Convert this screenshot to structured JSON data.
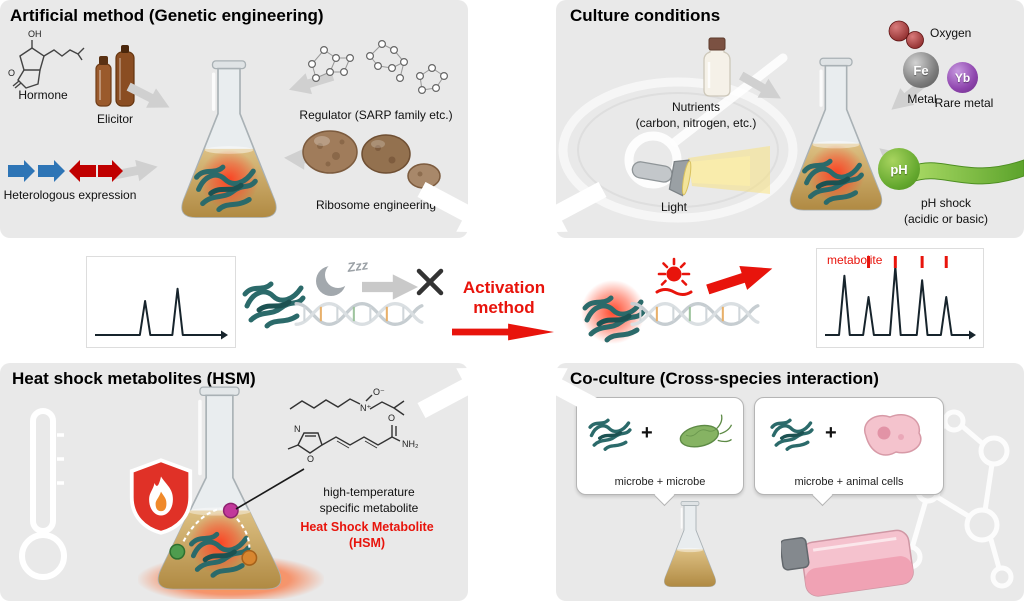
{
  "panels": {
    "artificial": {
      "title": "Artificial method (Genetic engineering)",
      "hormone_label": "Hormone",
      "elicitor_label": "Elicitor",
      "regulator_label": "Regulator (SARP family etc.)",
      "heterologous_label": "Heterologous expression",
      "ribosome_label": "Ribosome engineering"
    },
    "culture": {
      "title": "Culture conditions",
      "nutrients_line1": "Nutrients",
      "nutrients_line2": "(carbon, nitrogen, etc.)",
      "light_label": "Light",
      "oxygen_label": "Oxygen",
      "metal_label": "Metal",
      "metal_symbol": "Fe",
      "rare_metal_label": "Rare metal",
      "rare_metal_symbol": "Yb",
      "ph_symbol": "pH",
      "ph_line1": "pH shock",
      "ph_line2": "(acidic or basic)"
    },
    "hsm": {
      "title": "Heat shock metabolites (HSM)",
      "desc_line1": "high-temperature",
      "desc_line2": "specific metabolite",
      "name_line1": "Heat Shock Metabolite",
      "name_line2": "(HSM)"
    },
    "coculture": {
      "title": "Co-culture (Cross-species interaction)",
      "plus": "+",
      "microbe_microbe": "microbe + microbe",
      "microbe_animal": "microbe + animal cells"
    }
  },
  "center": {
    "activation_line1": "Activation",
    "activation_line2": "method",
    "zzz": "Zzz",
    "metabolite": "metabolite"
  },
  "chem": {
    "oh": "OH",
    "o": "O",
    "n": "N",
    "n_plus": "N⁺",
    "o_minus": "O⁻",
    "nh2": "NH₂"
  },
  "chromatograms": {
    "before": {
      "peaks": [
        {
          "x": 0.38,
          "h": 0.5
        },
        {
          "x": 0.66,
          "h": 0.68
        }
      ],
      "half_width": 0.045,
      "marked": []
    },
    "after": {
      "peaks": [
        {
          "x": 0.1,
          "h": 0.78
        },
        {
          "x": 0.28,
          "h": 0.5
        },
        {
          "x": 0.48,
          "h": 0.9
        },
        {
          "x": 0.68,
          "h": 0.72
        },
        {
          "x": 0.86,
          "h": 0.5
        }
      ],
      "half_width": 0.04,
      "marked": [
        1,
        2,
        3,
        4
      ]
    }
  },
  "colors": {
    "accent_red": "#e8140c",
    "panel_gray": "#e9e9e9",
    "bacteria_teal": "#2b6a6a",
    "gene_blue": "#2e75b6",
    "gene_red": "#c00000"
  }
}
